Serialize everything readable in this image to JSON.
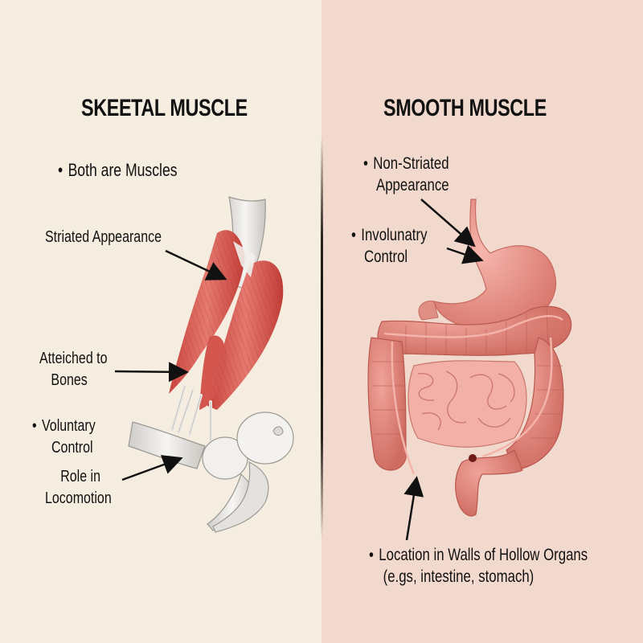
{
  "left_panel": {
    "title": "SKEETAL MUSCLE",
    "background": "#F5EEE0",
    "labels": {
      "both_are_muscles": "Both are Muscles",
      "striated_appearance": "Striated Appearance",
      "attached_line1": "Atteiched to",
      "attached_line2": "Bones",
      "voluntary_line1": "Voluntary",
      "voluntary_line2": "Control",
      "locomotion_line1": "Role in",
      "locomotion_line2": "Locomotion"
    },
    "illustration": "skeletal-muscle-arm-bone",
    "muscle_color": "#D9534F",
    "bone_color": "#E8E6E2"
  },
  "right_panel": {
    "title": "SMOOTH MUSCLE",
    "background": "#F2D9CD",
    "labels": {
      "non_striated_line1": "Non-Striated",
      "non_striated_line2": "Appearance",
      "involuntary_line1": "Involunatry",
      "involuntary_line2": "Control",
      "location_line1": "Location in Walls of Hollow Organs",
      "location_line2": "(e.gs, intestine, stomach)"
    },
    "illustration": "digestive-tract-stomach-intestines",
    "organ_color": "#E38A80"
  },
  "divider": {
    "color": "#100C08"
  }
}
